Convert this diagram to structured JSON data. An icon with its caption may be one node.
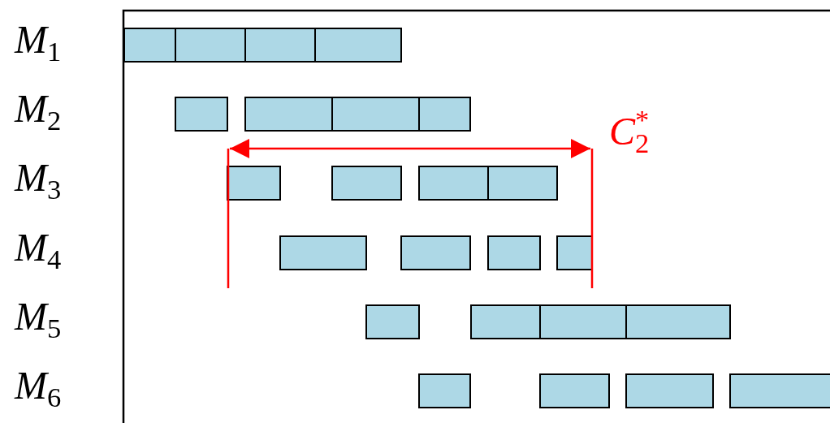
{
  "diagram": {
    "labels": [
      "*M*$_{1}$",
      "*M*$_{2}$",
      "*M*$_{3}$",
      "*M*$_{4}$",
      "*M*$_{5}$",
      "*M*$_{6}$",
      "*C*$_{2}$$^{*}$"
    ]
  }
}
